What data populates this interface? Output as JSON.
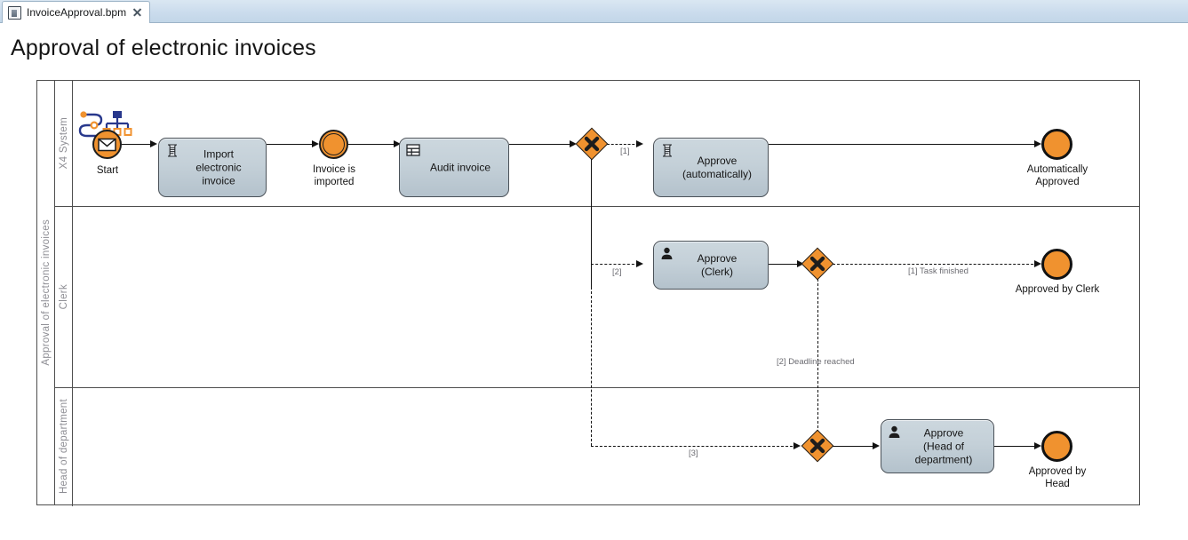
{
  "window": {
    "tab": {
      "label": "InvoiceApproval.bpm",
      "icon": "file-icon",
      "close_icon": "close-icon"
    }
  },
  "page_title": "Approval of electronic invoices",
  "pool": {
    "label": "Approval of electronic invoices"
  },
  "lanes": [
    {
      "id": "lane-x4-system",
      "label": "X4 System"
    },
    {
      "id": "lane-clerk",
      "label": "Clerk"
    },
    {
      "id": "lane-head-of-department",
      "label": "Head of department"
    }
  ],
  "nodes": {
    "start": {
      "label": "Start",
      "type": "message-start-event",
      "icon": "envelope-icon"
    },
    "import_task": {
      "label": "Import\nelectronic\ninvoice",
      "type": "script-task",
      "icon": "script-icon"
    },
    "invoice_imported": {
      "label": "Invoice is\nimported",
      "type": "intermediate-event"
    },
    "audit_task": {
      "label": "Audit invoice",
      "type": "form-task",
      "icon": "form-icon"
    },
    "gateway_1": {
      "label": "",
      "type": "exclusive-gateway",
      "icon": "x-icon"
    },
    "approve_auto": {
      "label": "Approve\n(automatically)",
      "type": "script-task",
      "icon": "script-icon"
    },
    "end_auto": {
      "label": "Automatically\nApproved",
      "type": "end-event"
    },
    "approve_clerk": {
      "label": "Approve\n(Clerk)",
      "type": "user-task",
      "icon": "user-icon"
    },
    "gateway_2": {
      "label": "",
      "type": "exclusive-gateway",
      "icon": "x-icon"
    },
    "end_clerk": {
      "label": "Approved by Clerk",
      "type": "end-event"
    },
    "gateway_3": {
      "label": "",
      "type": "exclusive-gateway",
      "icon": "x-icon"
    },
    "approve_head": {
      "label": "Approve\n(Head of\ndepartment)",
      "type": "user-task",
      "icon": "user-icon"
    },
    "end_head": {
      "label": "Approved by\nHead",
      "type": "end-event"
    }
  },
  "edge_labels": {
    "branch_1": "[1]",
    "branch_2": "[2]",
    "branch_3": "[3]",
    "task_finished": "[1] Task finished",
    "deadline_reached": "[2] Deadline reached"
  },
  "colors": {
    "event_fill": "#f0922f",
    "gateway_fill": "#f0922f",
    "task_fill": "#c4d0d8",
    "lane_border": "#4e4e4e",
    "lane_label": "#8e8e94",
    "tabbar": "#cbdced"
  }
}
